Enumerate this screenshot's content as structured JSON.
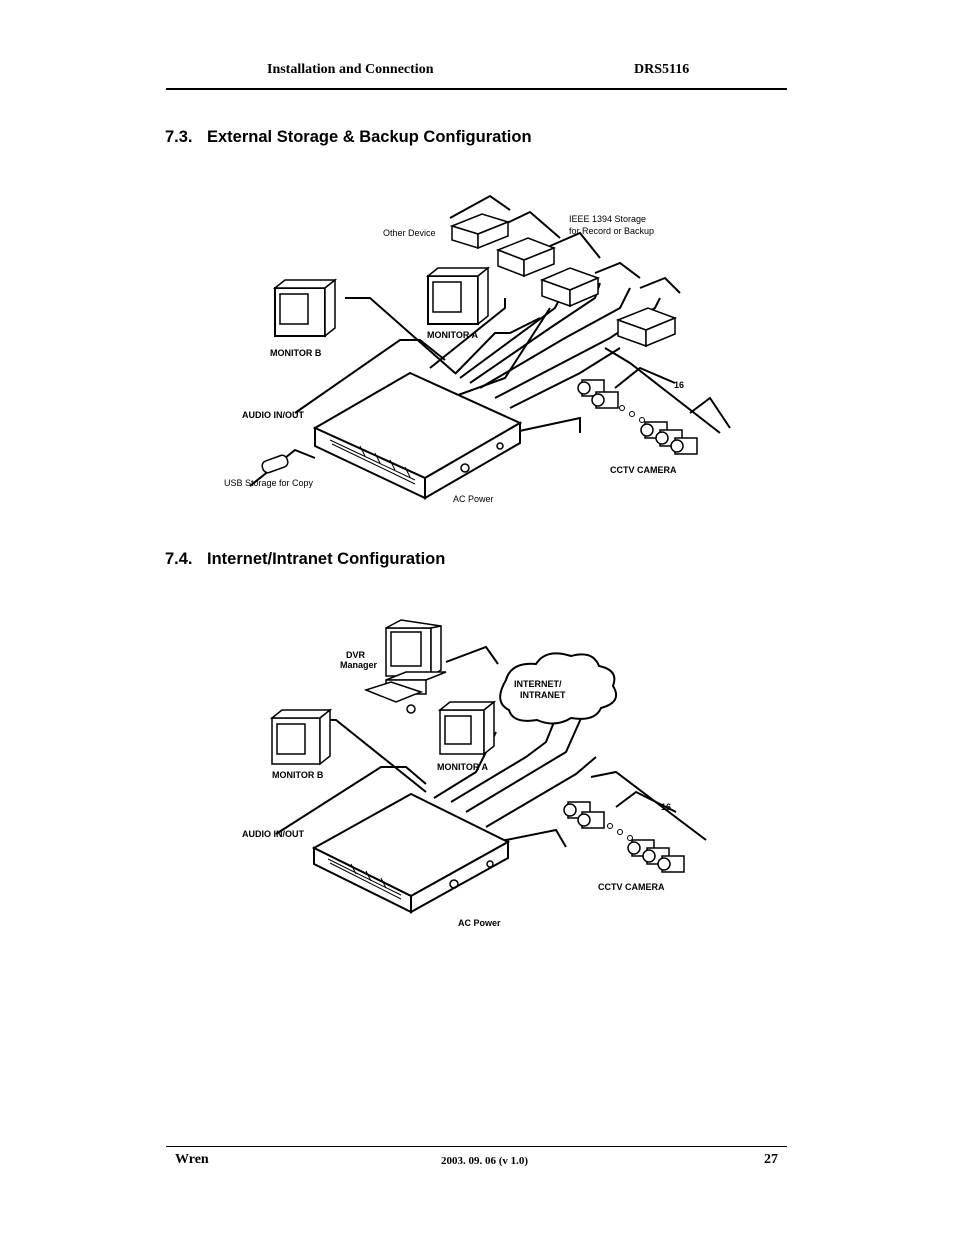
{
  "header": {
    "left": "Installation and Connection",
    "right": "DRS5116"
  },
  "sections": [
    {
      "number": "7.3.",
      "title": "External Storage & Backup Configuration",
      "labels": {
        "other_device": "Other Device",
        "ieee_line1": "IEEE 1394 Storage",
        "ieee_line2": "for Record or Backup",
        "monitor_b": "MONITOR B",
        "monitor_a": "MONITOR A",
        "audio": "AUDIO IN/OUT",
        "usb": "USB Storage for Copy",
        "count": "16",
        "cctv": "CCTV CAMERA",
        "ac_power": "AC Power"
      }
    },
    {
      "number": "7.4.",
      "title": "Internet/Intranet Configuration",
      "labels": {
        "dvr_line1": "DVR",
        "dvr_line2": "Manager",
        "internet_line1": "INTERNET/",
        "internet_line2": "INTRANET",
        "monitor_b": "MONITOR B",
        "monitor_a": "MONITOR A",
        "audio": "AUDIO IN/OUT",
        "count": "16",
        "cctv": "CCTV CAMERA",
        "ac_power": "AC Power"
      }
    }
  ],
  "footer": {
    "left": "Wren",
    "center": "2003. 09. 06 (v 1.0)",
    "right": "27"
  }
}
